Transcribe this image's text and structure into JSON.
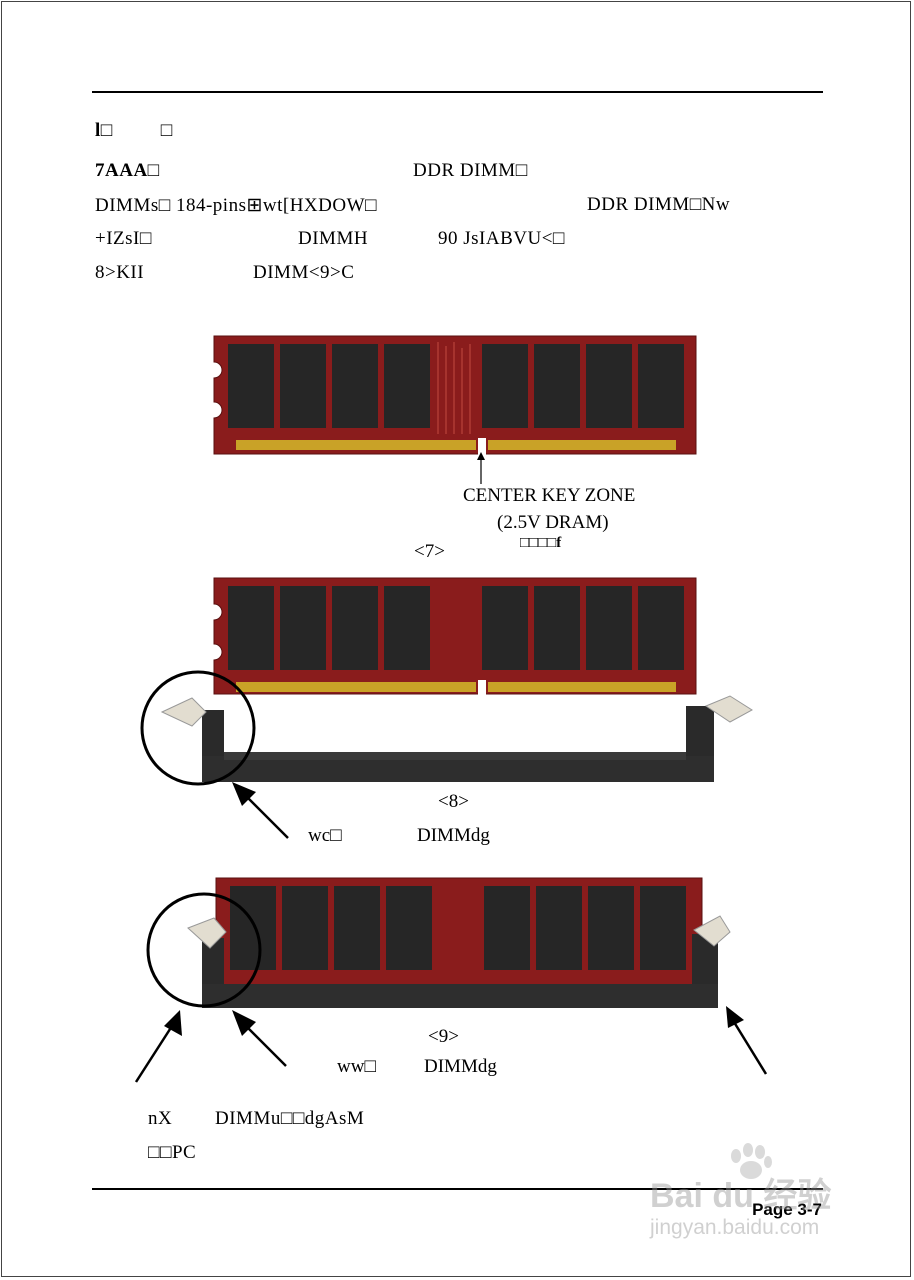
{
  "header": {
    "line1_a": "l□",
    "line1_b": "□"
  },
  "paragraph": {
    "l1_a": "7AAA□",
    "l1_b": "DDR DIMM□",
    "l2_a": "DIMMs□ 184-pins⊞wt[HXDOW□",
    "l2_b": "DDR DIMM□Nw",
    "l3_a": "+IZsI□",
    "l3_b": "DIMMH",
    "l3_c": "90 JsIABVU<□",
    "l4_a": "8>KII",
    "l4_b": "DIMM<9>C"
  },
  "figure1": {
    "annotation_line1": "CENTER KEY ZONE",
    "annotation_line2": "(2.5V DRAM)",
    "caption_num": "<7>",
    "caption_text": "□□□□f"
  },
  "figure2": {
    "caption_num": "<8>",
    "caption_a": "wc□",
    "caption_b": "DIMMdg"
  },
  "figure3": {
    "caption_num": "<9>",
    "caption_a": "ww□",
    "caption_b": "DIMMdg"
  },
  "footer_note": {
    "l1_a": "nX",
    "l1_b": "DIMMu□□dgAsM",
    "l2": "□□PC"
  },
  "page_number": "Page 3-7",
  "watermark": {
    "brand": "Bai du 经验",
    "url": "jingyan.baidu.com"
  },
  "colors": {
    "pcb": "#8a1c1c",
    "chip": "#262626",
    "gold": "#c9a227",
    "slot": "#2a2a2a",
    "latch": "#e2ddd0"
  }
}
